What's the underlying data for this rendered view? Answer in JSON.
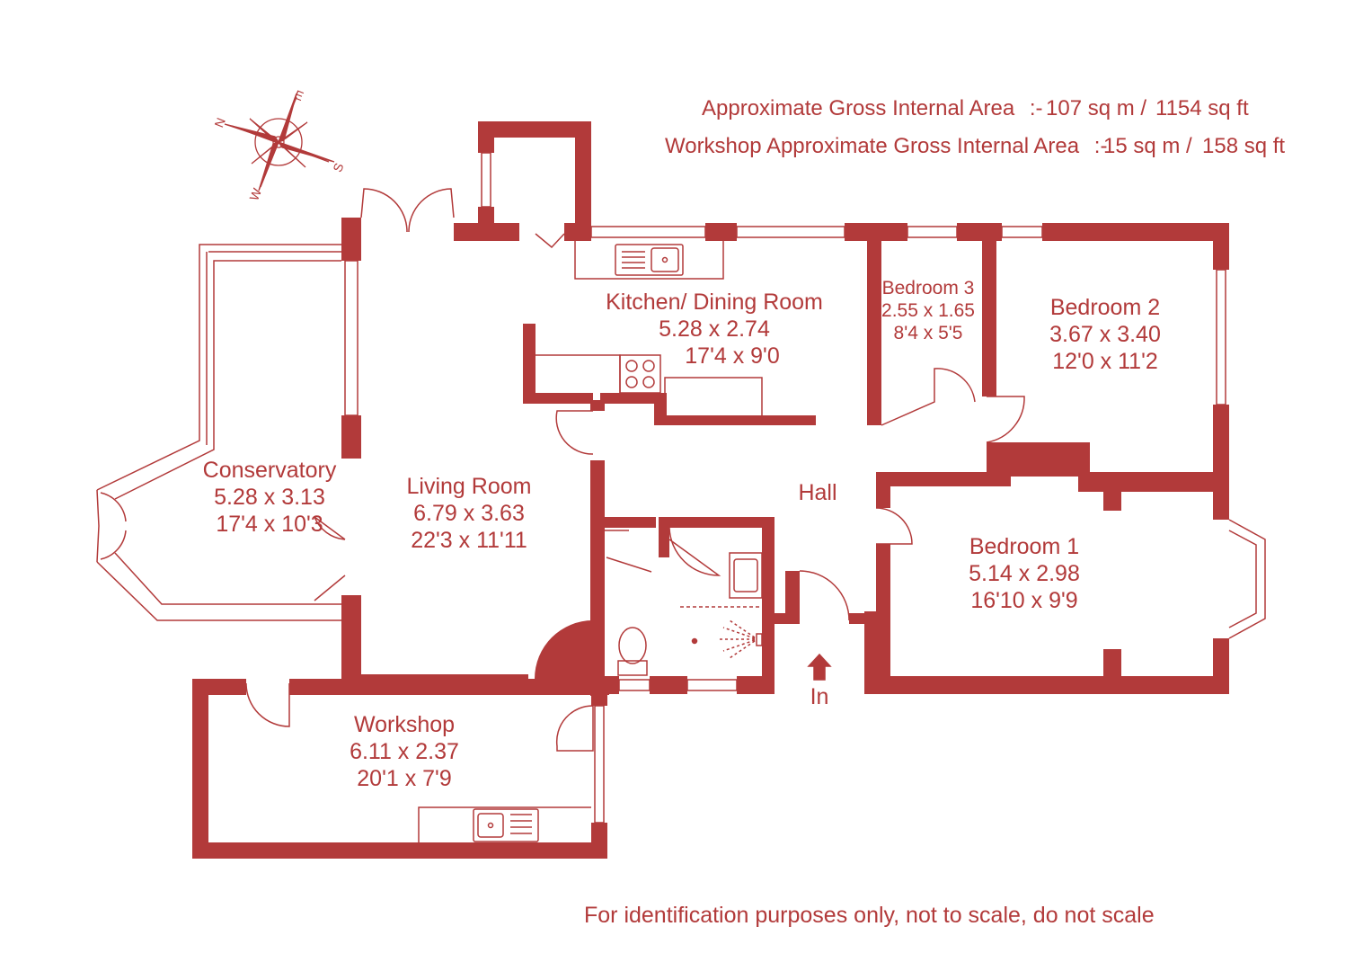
{
  "colors": {
    "wall": "#b23a3a",
    "line": "#b23a3a",
    "text": "#b23a3a",
    "background": "#ffffff"
  },
  "area_summary": {
    "line1": {
      "label": "Approximate Gross Internal Area",
      "sep": ":-",
      "sqm": "107 sq m /",
      "sqft": "1154 sq ft"
    },
    "line2": {
      "label": "Workshop Approximate Gross Internal Area",
      "sep": ":-",
      "sqm": "15 sq m /",
      "sqft": "158 sq ft"
    }
  },
  "compass": {
    "n": "N",
    "e": "E",
    "s": "S",
    "w": "W"
  },
  "rooms": {
    "kitchen": {
      "name": "Kitchen/ Dining Room",
      "metric": "5.28 x 2.74",
      "imperial": "17'4 x 9'0"
    },
    "bedroom3": {
      "name": "Bedroom 3",
      "metric": "2.55 x 1.65",
      "imperial": "8'4 x 5'5"
    },
    "bedroom2": {
      "name": "Bedroom 2",
      "metric": "3.67 x 3.40",
      "imperial": "12'0 x 11'2"
    },
    "conservatory": {
      "name": "Conservatory",
      "metric": "5.28 x 3.13",
      "imperial": "17'4 x 10'3"
    },
    "living": {
      "name": "Living Room",
      "metric": "6.79 x 3.63",
      "imperial": "22'3 x 11'11"
    },
    "hall": {
      "name": "Hall"
    },
    "bedroom1": {
      "name": "Bedroom 1",
      "metric": "5.14 x 2.98",
      "imperial": "16'10 x 9'9"
    },
    "workshop": {
      "name": "Workshop",
      "metric": "6.11 x 2.37",
      "imperial": "20'1 x 7'9"
    }
  },
  "entrance": {
    "label": "In"
  },
  "footer": {
    "disclaimer": "For identification purposes only, not to scale, do not scale"
  }
}
